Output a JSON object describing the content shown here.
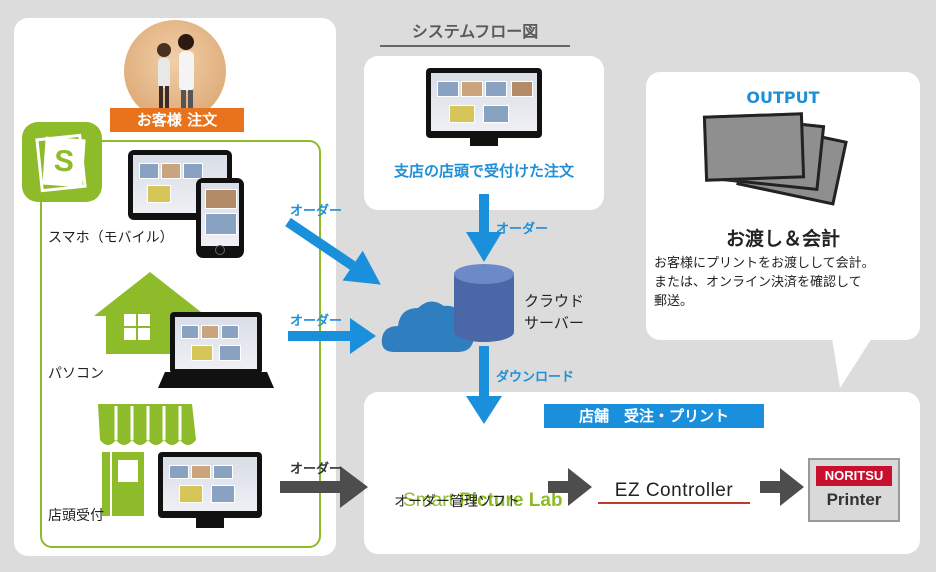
{
  "title": "システムフロー図",
  "customer": {
    "header": "お客様 注文",
    "channels": [
      {
        "label": "スマホ（モバイル）",
        "order_label": "オーダー"
      },
      {
        "label": "パソコン",
        "order_label": "オーダー"
      },
      {
        "label": "店頭受付",
        "order_label": "オーダー"
      }
    ]
  },
  "branch": {
    "label": "支店の店頭で受付けた注文",
    "order_label": "オーダー"
  },
  "cloud": {
    "label_line1": "クラウド",
    "label_line2": "サーバー",
    "download_label": "ダウンロード"
  },
  "output": {
    "header": "OUTPUT",
    "title": "お渡し＆会計",
    "desc_lines": [
      "お客様にプリントをお渡しして会計。",
      "または、オンライン決済を確認して",
      "郵送。"
    ]
  },
  "store": {
    "banner": "店舗　受注・プリント",
    "spl_light": "Smart ",
    "spl_bold": "Picture Lab",
    "spl_sub": "オーダー管理ソフト",
    "ez": "EZ Controller",
    "noritsu_top": "NORITSU",
    "noritsu_bottom": "Printer"
  },
  "colors": {
    "green": "#8dbb2a",
    "orange": "#e8731c",
    "blue": "#1a8fdb",
    "dark_arrow": "#4d4d4d"
  }
}
